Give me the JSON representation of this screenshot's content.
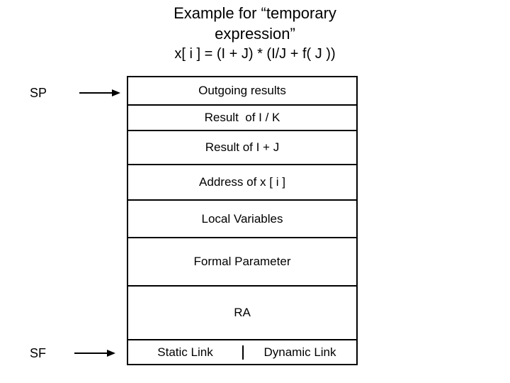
{
  "title": {
    "line1": "Example for “temporary",
    "line2": "expression”",
    "formula": "x[ i ] = (I + J) * (I/J + f( J ))"
  },
  "pointers": {
    "sp_label": "SP",
    "sf_label": "SF"
  },
  "stack": {
    "rows": [
      "Outgoing results",
      "Result  of I / K",
      "Result of I + J",
      "Address of x [ i ]",
      "Local Variables",
      "Formal Parameter",
      "RA"
    ],
    "bottom_left": "Static Link",
    "bottom_right": "Dynamic Link"
  },
  "colors": {
    "background": "#ffffff",
    "text": "#000000",
    "border": "#000000"
  }
}
